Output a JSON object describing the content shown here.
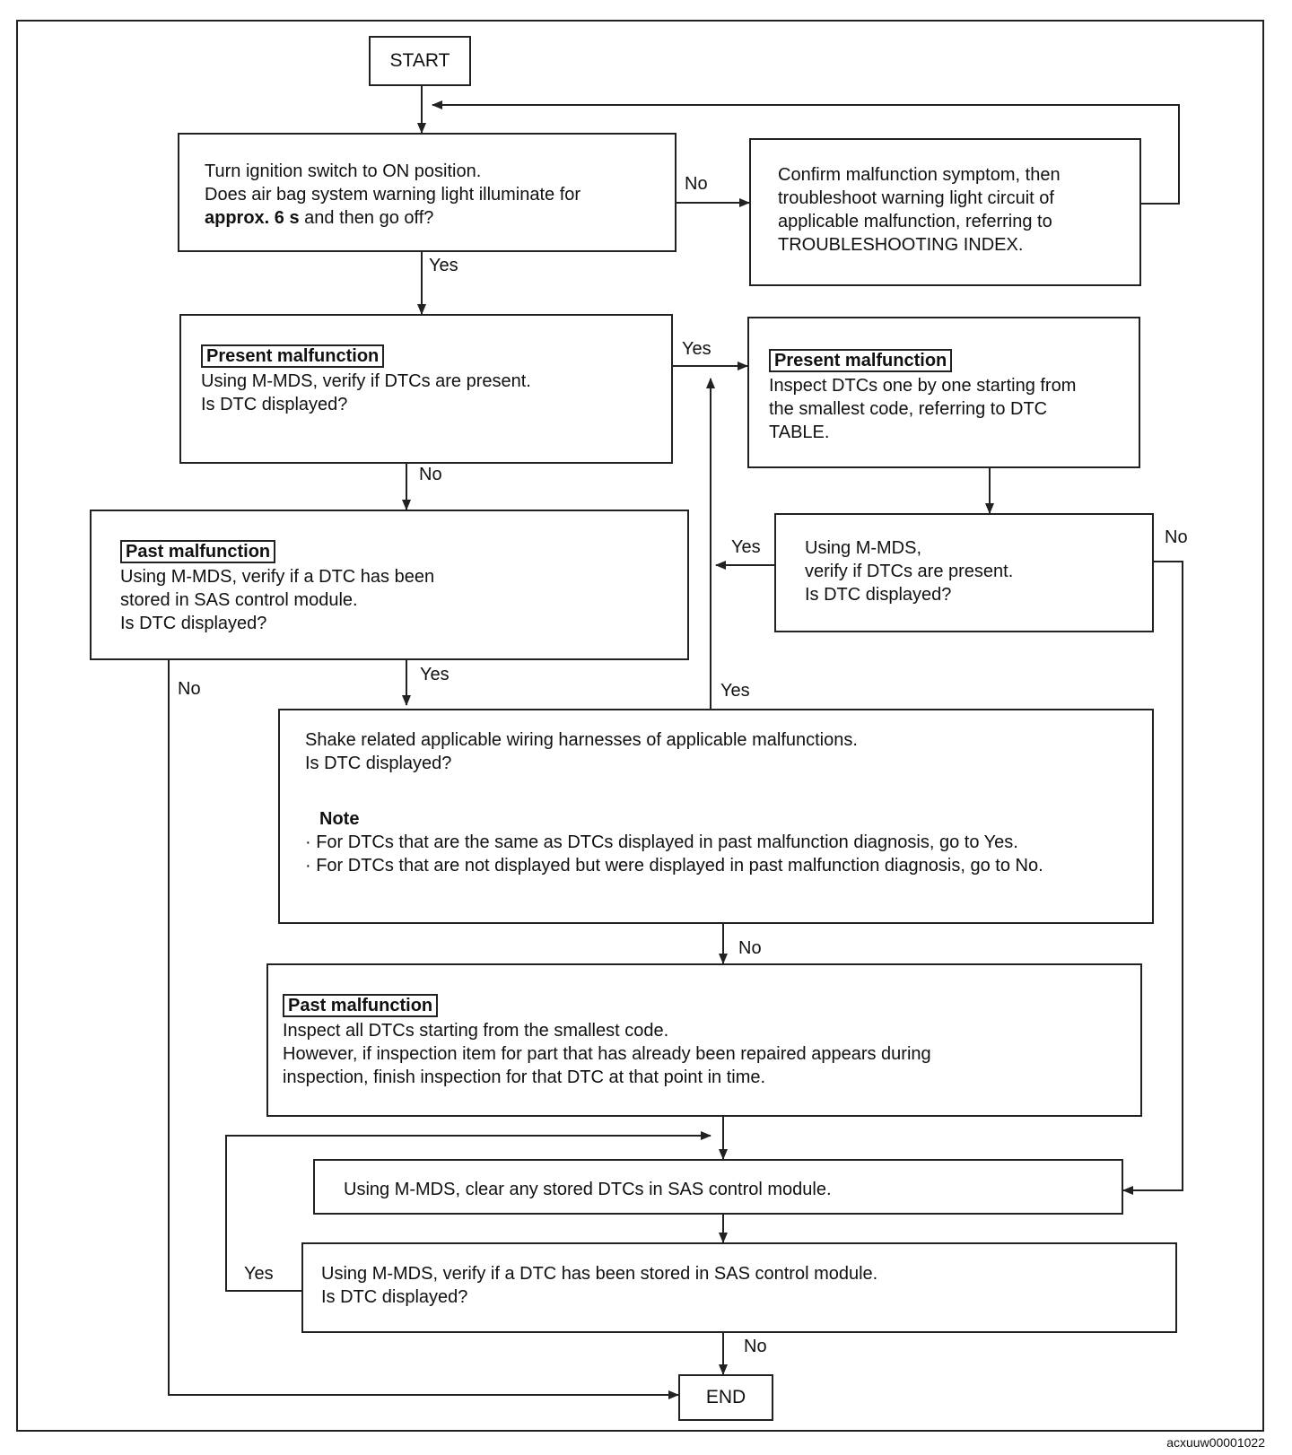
{
  "nodes": {
    "start": "START",
    "check_light": {
      "line1": "Turn ignition switch to ON position.",
      "line2": "Does air bag system warning light illuminate for",
      "line3_bold": "approx. 6 s",
      "line3_rest": " and then go off?"
    },
    "confirm_symptom": [
      "Confirm malfunction symptom, then",
      "troubleshoot warning light circuit of",
      "applicable malfunction, referring to",
      "TROUBLESHOOTING INDEX."
    ],
    "present_check": {
      "tag": "Present malfunction",
      "lines": [
        "Using M-MDS, verify if DTCs are present.",
        "Is DTC displayed?"
      ]
    },
    "present_inspect": {
      "tag": "Present malfunction",
      "lines": [
        "Inspect DTCs one by one starting from",
        "the smallest code, referring to DTC",
        "TABLE."
      ]
    },
    "verify_present": [
      "Using M-MDS,",
      "verify if DTCs are present.",
      "Is DTC displayed?"
    ],
    "past_check": {
      "tag": "Past malfunction",
      "lines": [
        "Using M-MDS, verify if a DTC has been",
        "stored in SAS control module.",
        "Is DTC displayed?"
      ]
    },
    "shake": {
      "lines": [
        "Shake related applicable wiring harnesses of applicable malfunctions.",
        "Is DTC displayed?"
      ],
      "note_title": "Note",
      "notes": [
        "For DTCs that are the same as DTCs displayed in past malfunction diagnosis, go to Yes.",
        "For DTCs that are not displayed but were displayed in past malfunction diagnosis, go to No."
      ]
    },
    "past_inspect": {
      "tag": "Past malfunction",
      "lines": [
        "Inspect all DTCs starting from the smallest code.",
        "However, if inspection item for part that has already been repaired appears during",
        "inspection, finish inspection for that DTC at that point in time."
      ]
    },
    "clear": "Using M-MDS, clear any stored DTCs in SAS control module.",
    "verify_stored": [
      "Using M-MDS, verify if a DTC has been stored in SAS control module.",
      "Is DTC displayed?"
    ],
    "end": "END"
  },
  "edge_labels": {
    "light_no": "No",
    "light_yes": "Yes",
    "present_yes": "Yes",
    "present_no": "No",
    "verify_present_yes": "Yes",
    "verify_present_no": "No",
    "past_no": "No",
    "past_yes": "Yes",
    "shake_yes": "Yes",
    "shake_no": "No",
    "stored_yes": "Yes",
    "stored_no": "No"
  },
  "figure_code": "acxuuw00001022"
}
